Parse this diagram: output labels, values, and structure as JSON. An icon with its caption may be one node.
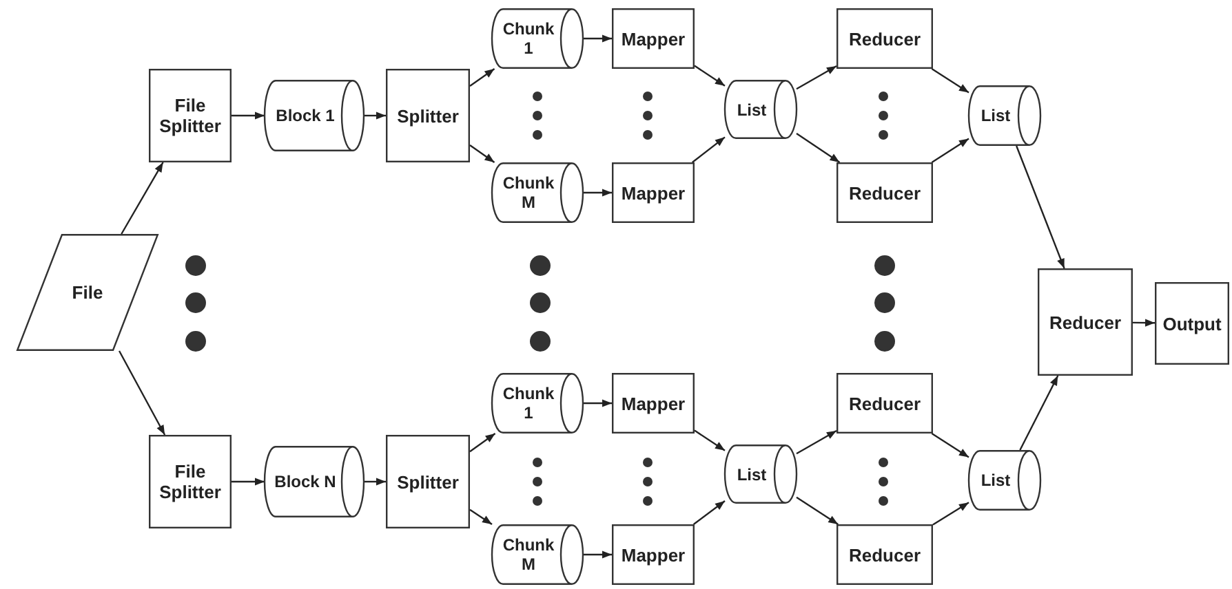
{
  "diagram": {
    "nodes": [
      {
        "text": [
          "File"
        ]
      },
      {
        "text": [
          "File Splitter"
        ]
      },
      {
        "text": [
          "Block 1"
        ]
      },
      {
        "text": [
          "Splitter"
        ]
      },
      {
        "text": [
          "Chunk 1"
        ]
      },
      {
        "text": [
          "Chunk M"
        ]
      },
      {
        "text": [
          "Mapper"
        ]
      },
      {
        "text": [
          "Mapper"
        ]
      },
      {
        "text": [
          "List"
        ]
      },
      {
        "text": [
          "Reducer"
        ]
      },
      {
        "text": [
          "Reducer"
        ]
      },
      {
        "text": [
          "List"
        ]
      },
      {
        "text": [
          "File Splitter"
        ]
      },
      {
        "text": [
          "Block N"
        ]
      },
      {
        "text": [
          "Splitter"
        ]
      },
      {
        "text": [
          "Chunk 1"
        ]
      },
      {
        "text": [
          "Chunk M"
        ]
      },
      {
        "text": [
          "Mapper"
        ]
      },
      {
        "text": [
          "Mapper"
        ]
      },
      {
        "text": [
          "List"
        ]
      },
      {
        "text": [
          "Reducer"
        ]
      },
      {
        "text": [
          "Reducer"
        ]
      },
      {
        "text": [
          "List"
        ]
      },
      {
        "text": [
          "Reducer"
        ]
      },
      {
        "text": [
          "Output"
        ]
      }
    ],
    "edges": [
      {
        "from": 0,
        "to": 1,
        "arrow": "to"
      },
      {
        "from": 1,
        "to": 2,
        "arrow": "to"
      },
      {
        "from": 2,
        "to": 3,
        "arrow": "to"
      },
      {
        "from": 3,
        "to": 4,
        "arrow": "to"
      },
      {
        "from": 3,
        "to": 5,
        "arrow": "to"
      },
      {
        "from": 4,
        "to": 6,
        "arrow": "to"
      },
      {
        "from": 5,
        "to": 7,
        "arrow": "to"
      },
      {
        "from": 6,
        "to": 8,
        "arrow": "to"
      },
      {
        "from": 7,
        "to": 8,
        "arrow": "to"
      },
      {
        "from": 8,
        "to": 9,
        "arrow": "to"
      },
      {
        "from": 8,
        "to": 10,
        "arrow": "to"
      },
      {
        "from": 9,
        "to": 11,
        "arrow": "to"
      },
      {
        "from": 10,
        "to": 11,
        "arrow": "to"
      },
      {
        "from": 11,
        "to": 23,
        "arrow": "to"
      },
      {
        "from": 0,
        "to": 12,
        "arrow": "to"
      },
      {
        "from": 12,
        "to": 13,
        "arrow": "to"
      },
      {
        "from": 13,
        "to": 14,
        "arrow": "to"
      },
      {
        "from": 14,
        "to": 15,
        "arrow": "to"
      },
      {
        "from": 14,
        "to": 16,
        "arrow": "to"
      },
      {
        "from": 15,
        "to": 17,
        "arrow": "to"
      },
      {
        "from": 16,
        "to": 18,
        "arrow": "to"
      },
      {
        "from": 17,
        "to": 19,
        "arrow": "to"
      },
      {
        "from": 18,
        "to": 19,
        "arrow": "to"
      },
      {
        "from": 19,
        "to": 20,
        "arrow": "to"
      },
      {
        "from": 19,
        "to": 21,
        "arrow": "to"
      },
      {
        "from": 20,
        "to": 22,
        "arrow": "to"
      },
      {
        "from": 21,
        "to": 22,
        "arrow": "to"
      },
      {
        "from": 22,
        "to": 23,
        "arrow": "to"
      },
      {
        "from": 23,
        "to": 24,
        "arrow": "to"
      }
    ]
  }
}
